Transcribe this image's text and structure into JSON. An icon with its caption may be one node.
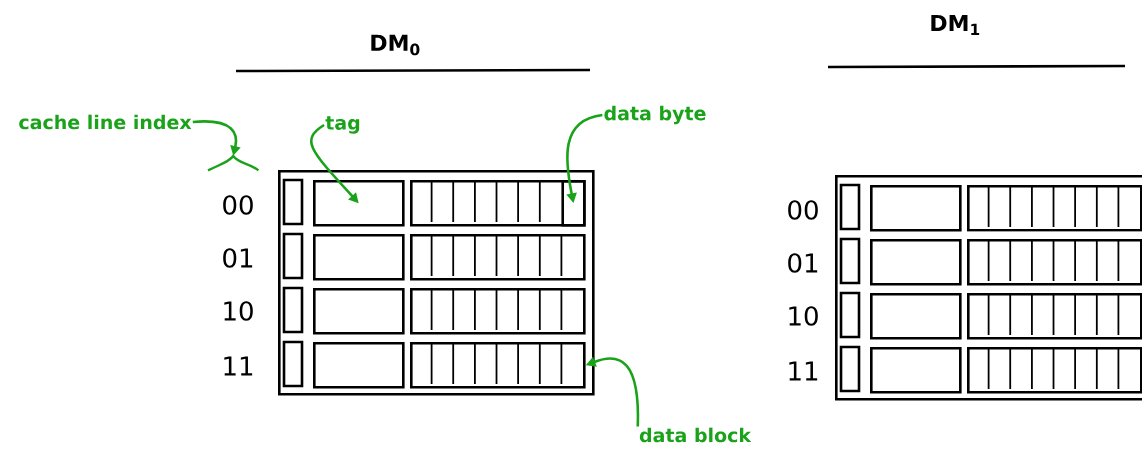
{
  "diagram": {
    "nodes": [
      {
        "text": [
          "cache line index"
        ]
      },
      {
        "text": [
          "tag"
        ]
      },
      {
        "text": [
          "data byte"
        ]
      },
      {
        "text": [],
        "shape": "brace"
      },
      {
        "text": [],
        "shape": "box"
      },
      {
        "text": [],
        "shape": "box",
        "in": 4
      },
      {
        "text": [],
        "shape": "box",
        "in": 4
      },
      {
        "text": [],
        "shape": "box",
        "in": 4
      },
      {
        "text": [],
        "shape": "box",
        "in": 4
      },
      {
        "text": [],
        "shape": "box",
        "in": 4
      },
      {
        "text": [],
        "shape": "box",
        "in": 4
      },
      {
        "text": [],
        "shape": "box",
        "in": 4
      },
      {
        "text": [],
        "shape": "box",
        "in": 4
      },
      {
        "text": [],
        "shape": "box",
        "in": 6
      },
      {
        "text": [],
        "shape": "box"
      },
      {
        "text": [],
        "shape": "box",
        "in": 14
      },
      {
        "text": [],
        "shape": "box",
        "in": 14
      },
      {
        "text": [],
        "shape": "box",
        "in": 14
      },
      {
        "text": [],
        "shape": "box",
        "in": 14
      },
      {
        "text": [],
        "shape": "box",
        "in": 14
      },
      {
        "text": [],
        "shape": "box",
        "in": 14
      },
      {
        "text": [],
        "shape": "box",
        "in": 14
      },
      {
        "text": [],
        "shape": "box",
        "in": 14
      },
      {
        "text": [
          "data block"
        ]
      }
    ],
    "edges": [
      {
        "from": 0,
        "to": 3,
        "arrow": "to",
        "color": "#1aa31a"
      },
      {
        "from": 1,
        "to": 5,
        "arrow": "to",
        "color": "#1aa31a"
      },
      {
        "from": 2,
        "to": 13,
        "arrow": "to",
        "color": "#1aa31a"
      },
      {
        "from": 23,
        "to": 12,
        "arrow": "to",
        "color": "#1aa31a"
      }
    ],
    "labels": [
      "DM$_{0}$",
      "00",
      "01",
      "10",
      "11",
      "DM$_{1}$",
      "00",
      "01",
      "10",
      "11"
    ]
  }
}
